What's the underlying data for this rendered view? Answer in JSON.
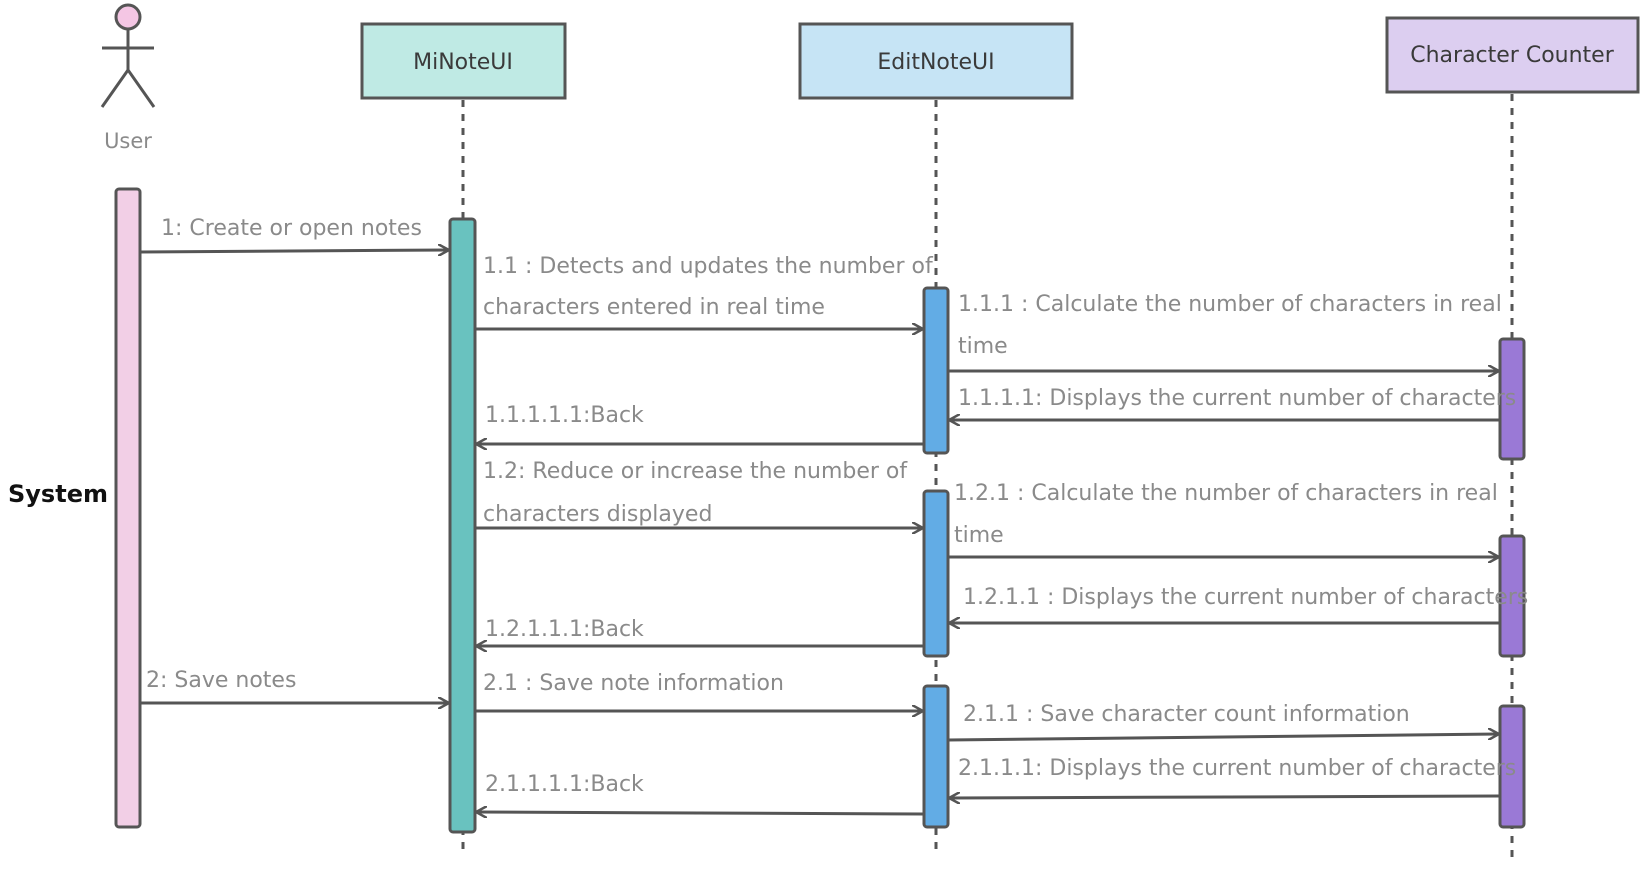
{
  "diagram": {
    "system_label": "System",
    "actor": {
      "label": "User",
      "color": "#f4c6e4",
      "bar_color": "#f2cfe6"
    },
    "participants": [
      {
        "label": "MiNoteUI",
        "fill": "#bfeae4",
        "bar_color": "#69c2bf"
      },
      {
        "label": "EditNoteUI",
        "fill": "#c6e4f5",
        "bar_color": "#62ace5"
      },
      {
        "label": "Character Counter",
        "fill": "#dccef0",
        "bar_color": "#9a79d6"
      }
    ],
    "messages": {
      "m1": "1: Create or open  notes",
      "m1_1_line1": "1.1 :  Detects and updates the number of",
      "m1_1_line2": "characters entered in real time",
      "m1_1_1_line1": "1.1.1 : Calculate the number of characters in real",
      "m1_1_1_line2": "time",
      "m1_1_1_1": "1.1.1.1: Displays the current number of characters",
      "m1_1_1_1_1": "1.1.1.1.1:Back",
      "m1_2_line1": "1.2: Reduce or increase the number of",
      "m1_2_line2": "characters displayed",
      "m1_2_1_line1": "1.2.1 : Calculate the number of characters in real",
      "m1_2_1_line2": "time",
      "m1_2_1_1": "1.2.1.1 : Displays the current number of characters",
      "m1_2_1_1_1": "1.2.1.1.1:Back",
      "m2": "2: Save notes",
      "m2_1": "2.1 :  Save note information",
      "m2_1_1": "2.1.1 : Save character count information",
      "m2_1_1_1": "2.1.1.1: Displays the current number of characters",
      "m2_1_1_1_1": "2.1.1.1.1:Back"
    }
  }
}
